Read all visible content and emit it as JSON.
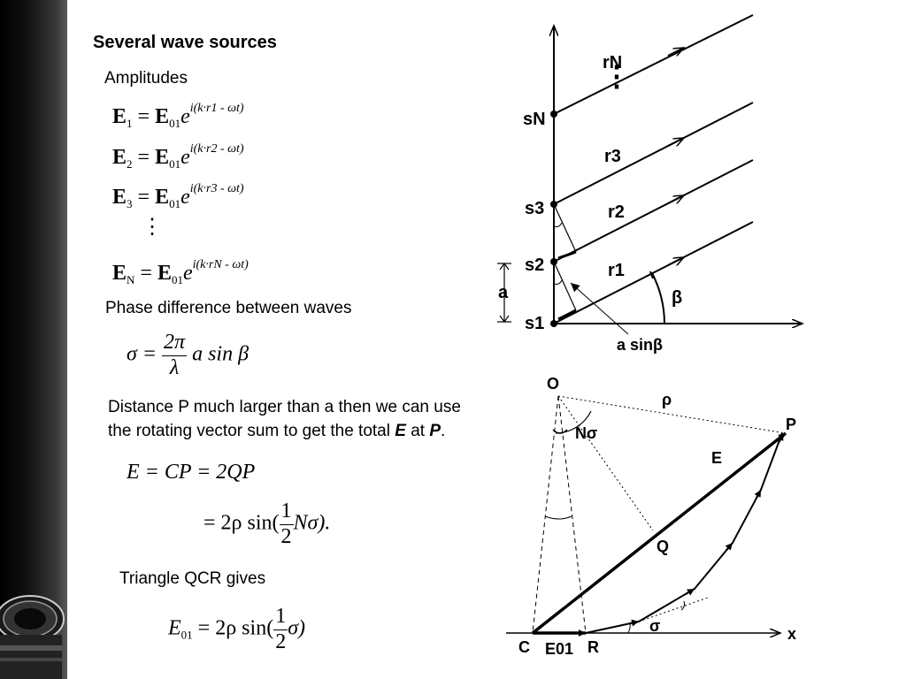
{
  "slide": {
    "title": "Several wave sources",
    "amplitudes_label": "Amplitudes",
    "phase_label": "Phase difference between waves",
    "distance_line1": "Distance P much larger than a then we can use",
    "distance_line2_pre": "the rotating vector sum to get the total ",
    "distance_E": "E",
    "distance_at": " at ",
    "distance_P": "P",
    "distance_end": ".",
    "triangle_label": "Triangle QCR gives"
  },
  "equations": {
    "amp": [
      {
        "lhs": "E",
        "sub": "1",
        "rhs": "E",
        "rsub": "01",
        "exp": "i(k·r1 - ωt)"
      },
      {
        "lhs": "E",
        "sub": "2",
        "rhs": "E",
        "rsub": "01",
        "exp": "i(k·r2 - ωt)"
      },
      {
        "lhs": "E",
        "sub": "3",
        "rhs": "E",
        "rsub": "01",
        "exp": "i(k·r3 - ωt)"
      },
      {
        "lhs": "E",
        "sub": "N",
        "rhs": "E",
        "rsub": "01",
        "exp": "i(k·rN - ωt)"
      }
    ],
    "vdots": "⋮",
    "phase": {
      "lhs": "σ =",
      "num": "2π",
      "den": "λ",
      "rhs": "a sin β"
    },
    "ecp1": "E = CP = 2QP",
    "ecp2_pre": "= 2ρ sin(",
    "ecp2_num": "1",
    "ecp2_den": "2",
    "ecp2_post": "Nσ).",
    "e01_lhs": "E",
    "e01_sub": "01",
    "e01_pre": "= 2ρ sin(",
    "e01_num": "1",
    "e01_den": "2",
    "e01_post": "σ)"
  },
  "diagram_top": {
    "rN": "rN",
    "dots": "⋮",
    "r3": "r3",
    "r2": "r2",
    "r1": "r1",
    "sN": "sN",
    "s3": "s3",
    "s2": "s2",
    "s1": "s1",
    "a": "a",
    "beta": "β",
    "asinb": "a sinβ"
  },
  "diagram_bottom": {
    "O": "O",
    "rho": "ρ",
    "P": "P",
    "Nsigma": "Nσ",
    "E": "E",
    "Q": "Q",
    "sigma": "σ",
    "C": "C",
    "E01": "E01",
    "R": "R",
    "x": "x"
  }
}
